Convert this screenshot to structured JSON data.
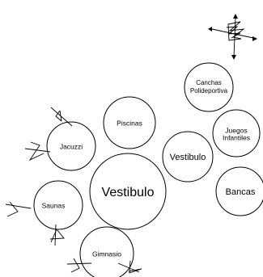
{
  "diagram": {
    "nodes": [
      {
        "id": "canchas",
        "lines": [
          "Canchas",
          "Polideportiva"
        ]
      },
      {
        "id": "juegos",
        "lines": [
          "Juegos",
          "Infantiles"
        ]
      },
      {
        "id": "vestibulo-small",
        "lines": [
          "Vestibulo"
        ]
      },
      {
        "id": "bancas",
        "lines": [
          "Bancas"
        ]
      },
      {
        "id": "piscinas",
        "lines": [
          "Piscinas"
        ]
      },
      {
        "id": "jacuzzi",
        "lines": [
          "Jacuzzi"
        ]
      },
      {
        "id": "vestibulo-main",
        "lines": [
          "Vestibulo"
        ]
      },
      {
        "id": "saunas",
        "lines": [
          "Saunas"
        ]
      },
      {
        "id": "gimnasio",
        "lines": [
          "Gimnasio"
        ]
      }
    ],
    "north_symbol": "compass-north-arrow-icon"
  },
  "colors": {
    "stroke": "#000000",
    "background": "#ffffff"
  }
}
